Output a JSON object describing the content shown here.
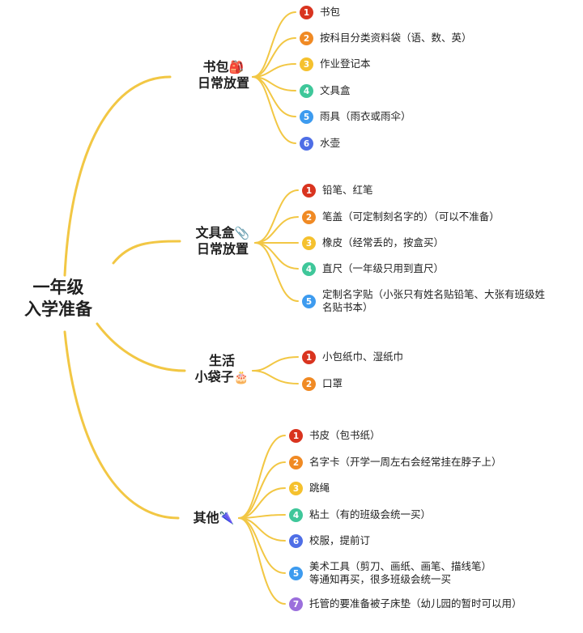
{
  "root": {
    "line1": "一年级",
    "line2": "入学准备"
  },
  "badge_colors": {
    "1": "#d9341f",
    "2": "#f08a24",
    "3": "#f5c12e",
    "4": "#3fc79a",
    "5": "#3d9bef",
    "6": "#4e6ee6",
    "7": "#9b6fdc"
  },
  "branches": [
    {
      "line1": "书包",
      "icon": "🎒",
      "line2": "日常放置",
      "items": [
        {
          "n": "1",
          "text": "书包"
        },
        {
          "n": "2",
          "text": "按科目分类资料袋（语、数、英）"
        },
        {
          "n": "3",
          "text": "作业登记本"
        },
        {
          "n": "4",
          "text": "文具盒"
        },
        {
          "n": "5",
          "text": "雨具（雨衣或雨伞）"
        },
        {
          "n": "6",
          "text": "水壶"
        }
      ]
    },
    {
      "line1": "文具盒",
      "icon": "📎",
      "line2": "日常放置",
      "items": [
        {
          "n": "1",
          "text": "铅笔、红笔"
        },
        {
          "n": "2",
          "text": "笔盖（可定制刻名字的）（可以不准备）"
        },
        {
          "n": "3",
          "text": "橡皮（经常丢的，按盒买）"
        },
        {
          "n": "4",
          "text": "直尺（一年级只用到直尺）"
        },
        {
          "n": "5",
          "text": "定制名字贴（小张只有姓名贴铅笔、大张有班级姓",
          "text2": "名贴书本）"
        }
      ]
    },
    {
      "line1": "生活",
      "icon": "",
      "line2": "小袋子",
      "icon2": "🎂",
      "items": [
        {
          "n": "1",
          "text": "小包纸巾、湿纸巾"
        },
        {
          "n": "2",
          "text": "口罩"
        }
      ]
    },
    {
      "line1": "其他",
      "icon": "🌂",
      "line2": "",
      "items": [
        {
          "n": "1",
          "text": "书皮（包书纸）"
        },
        {
          "n": "2",
          "text": "名字卡（开学一周左右会经常挂在脖子上）"
        },
        {
          "n": "3",
          "text": "跳绳"
        },
        {
          "n": "4",
          "text": "粘土（有的班级会统一买）"
        },
        {
          "n": "6",
          "text": "校服，提前订"
        },
        {
          "n": "5",
          "text": "美术工具（剪刀、画纸、画笔、描线笔）",
          "text2": "等通知再买，很多班级会统一买"
        },
        {
          "n": "7",
          "text": "托管的要准备被子床垫（幼儿园的暂时可以用）"
        }
      ]
    }
  ]
}
